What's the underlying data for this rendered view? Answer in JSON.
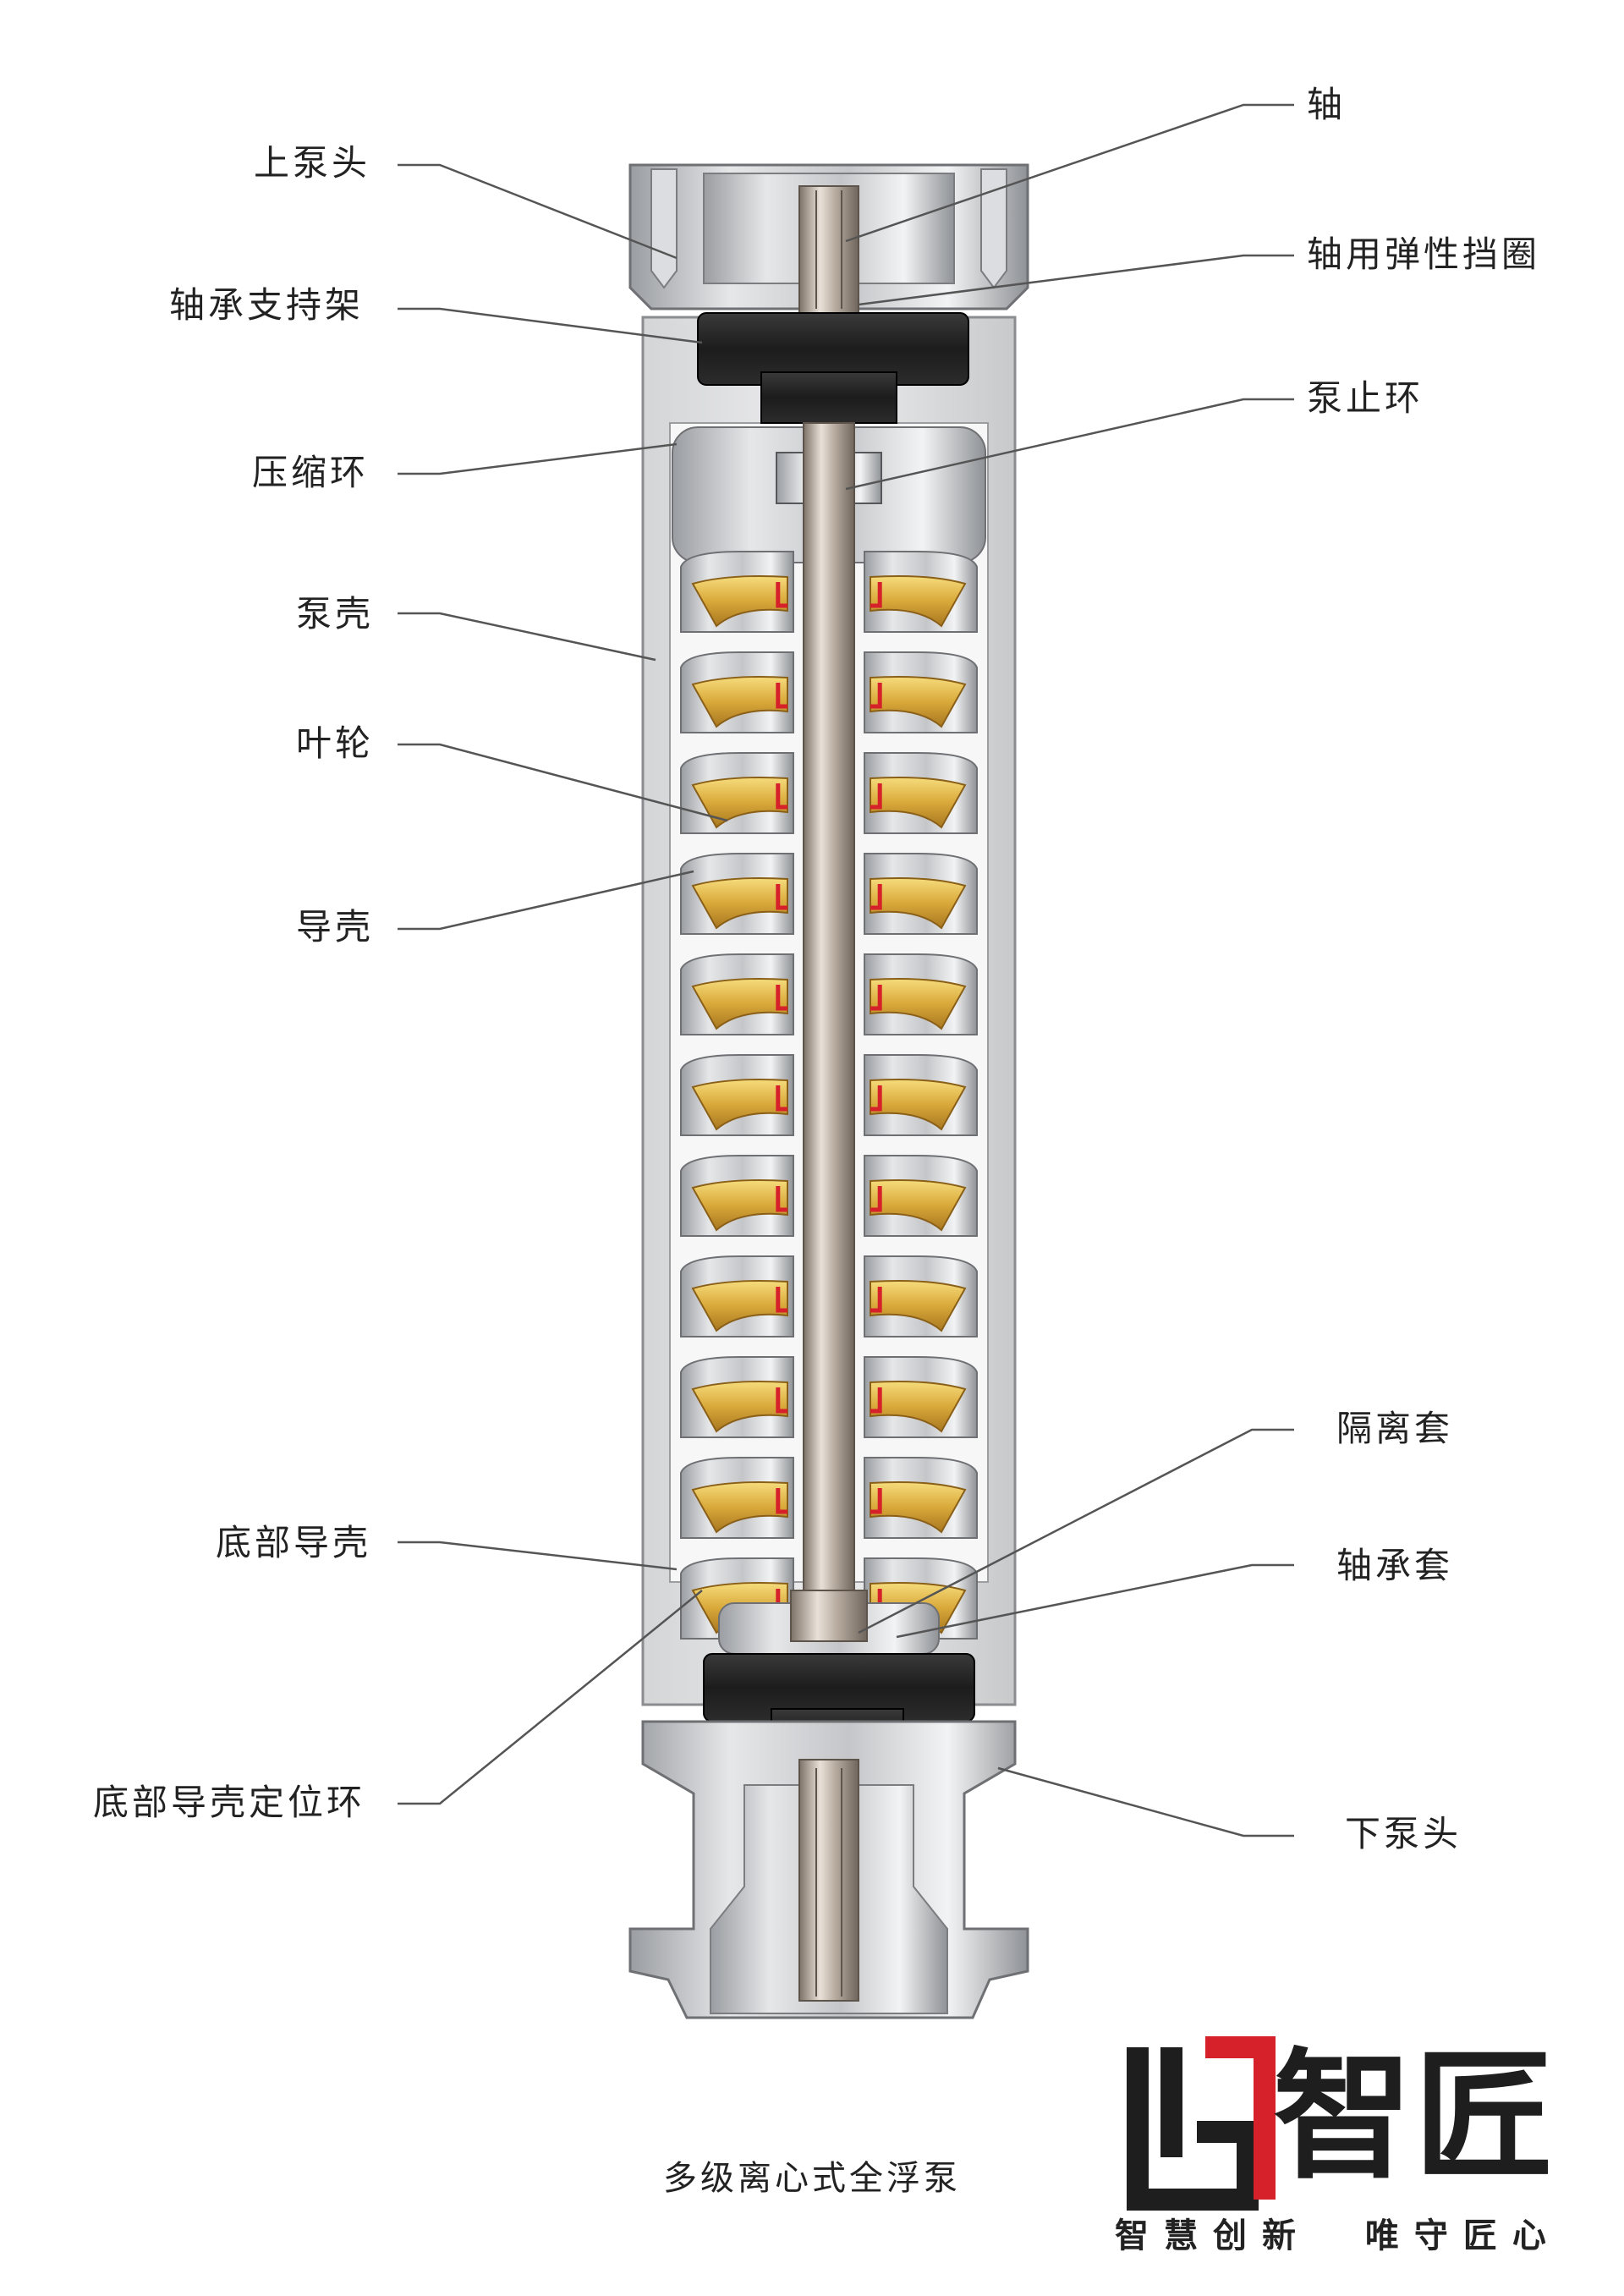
{
  "labels": {
    "upper_pump_head": "上泵头",
    "bearing_bracket": "轴承支持架",
    "compression_ring": "压缩环",
    "pump_casing": "泵壳",
    "impeller": "叶轮",
    "guide_vane": "导壳",
    "bottom_guide_vane": "底部导壳",
    "bottom_guide_vane_ring": "底部导壳定位环",
    "shaft": "轴",
    "shaft_circlip": "轴用弹性挡圈",
    "pump_stop_ring": "泵止环",
    "spacer_sleeve": "隔离套",
    "bearing_sleeve": "轴承套",
    "lower_pump_head": "下泵头"
  },
  "caption": "多级离心式全浮泵",
  "logo": {
    "name": "智匠",
    "slogan": "智慧创新  唯守匠心"
  },
  "colors": {
    "steel": "#c9cbce",
    "steel_dark": "#8c8f93",
    "bearing_black": "#1c1c1c",
    "impeller_gold": "#d9a93a",
    "accent_red": "#d6202a",
    "leader_line": "#555555"
  }
}
